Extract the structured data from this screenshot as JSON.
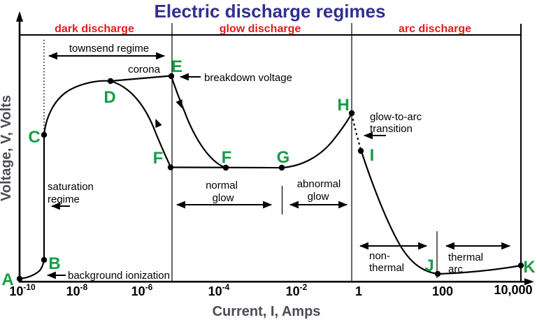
{
  "title": "Electric discharge regimes",
  "colors": {
    "title": "#322e8e",
    "region_label": "#e41b1b",
    "point_label": "#199c46",
    "axis_label": "#4c4c55",
    "line": "#000000",
    "background": "#ffffff"
  },
  "axes": {
    "x_label": "Current, I, Amps",
    "y_label": "Voltage, V, Volts"
  },
  "regions": [
    "dark discharge",
    "glow discharge",
    "arc discharge"
  ],
  "ticks": [
    {
      "b": "10",
      "e": "-10"
    },
    {
      "b": "10",
      "e": "-8"
    },
    {
      "b": "10",
      "e": "-6"
    },
    {
      "b": "10",
      "e": "-4"
    },
    {
      "b": "10",
      "e": "-2"
    },
    {
      "b": "1",
      "e": ""
    },
    {
      "b": "100",
      "e": ""
    },
    {
      "b": "10,000",
      "e": ""
    }
  ],
  "point_labels": [
    "A",
    "B",
    "C",
    "D",
    "E",
    "F",
    "F",
    "G",
    "H",
    "I",
    "J",
    "K"
  ],
  "annotations": {
    "townsend": "townsend regime",
    "corona": "corona",
    "breakdown": "breakdown voltage",
    "saturation_line1": "saturation",
    "saturation_line2": "regime",
    "background_ionization": "background ionization",
    "normal_line1": "normal",
    "normal_line2": "glow",
    "abnormal_line1": "abnormal",
    "abnormal_line2": "glow",
    "glow_to_arc_line1": "glow-to-arc",
    "glow_to_arc_line2": "transition",
    "non_thermal_line1": "non-",
    "non_thermal_line2": "thermal",
    "thermal_arc_line1": "thermal",
    "thermal_arc_line2": "arc"
  },
  "chart_data": {
    "type": "line",
    "title": "Electric discharge regimes",
    "xlabel": "Current, I, Amps",
    "ylabel": "Voltage, V, Volts",
    "x_scale": "log",
    "x_tick_labels": [
      "10^-10",
      "10^-8",
      "10^-6",
      "10^-4",
      "10^-2",
      "1",
      "100",
      "10,000"
    ],
    "x_range_A": [
      1e-10,
      10000
    ],
    "y_axis_note": "voltage axis qualitative - no numeric ticks shown",
    "grid": false,
    "regions": [
      {
        "name": "dark discharge",
        "current_range_A": [
          1e-10,
          3e-06
        ]
      },
      {
        "name": "glow discharge",
        "current_range_A": [
          3e-06,
          0.6
        ]
      },
      {
        "name": "arc discharge",
        "current_range_A": [
          0.6,
          10000
        ]
      }
    ],
    "series": [
      {
        "name": "V-I characteristic",
        "points": [
          {
            "id": "A",
            "current_A": 1e-10,
            "voltage_rel": 0.01,
            "note": "background ionization"
          },
          {
            "id": "B",
            "current_A": 3e-10,
            "voltage_rel": 0.09,
            "note": "start of saturation regime"
          },
          {
            "id": "C",
            "current_A": 3e-10,
            "voltage_rel": 0.59,
            "note": "start of townsend regime"
          },
          {
            "id": "D",
            "current_A": 1e-07,
            "voltage_rel": 0.81,
            "note": "corona onset"
          },
          {
            "id": "E",
            "current_A": 6e-06,
            "voltage_rel": 0.83,
            "note": "breakdown voltage"
          },
          {
            "id": "F",
            "current_A": 6e-06,
            "voltage_rel": 0.46,
            "note": "start of normal glow"
          },
          {
            "id": "F",
            "current_A": 0.00016,
            "voltage_rel": 0.46,
            "note": "normal glow"
          },
          {
            "id": "G",
            "current_A": 0.004,
            "voltage_rel": 0.46,
            "note": "start of abnormal glow"
          },
          {
            "id": "H",
            "current_A": 0.6,
            "voltage_rel": 0.68,
            "note": "start of glow-to-arc transition"
          },
          {
            "id": "I",
            "current_A": 1.1,
            "voltage_rel": 0.53,
            "note": "end of glow-to-arc transition (dashed)"
          },
          {
            "id": "J",
            "current_A": 90,
            "voltage_rel": 0.03,
            "note": "non-thermal / thermal arc boundary"
          },
          {
            "id": "K",
            "current_A": 10000,
            "voltage_rel": 0.07,
            "note": "thermal arc"
          }
        ]
      }
    ],
    "sub_regimes": [
      "background ionization (A-B)",
      "saturation regime (B-C)",
      "townsend regime (C-E)",
      "corona (D-E)",
      "breakdown voltage (E)",
      "normal glow (F-G)",
      "abnormal glow (G-H)",
      "glow-to-arc transition (H-I)",
      "non-thermal (I-J)",
      "thermal arc (J-K)"
    ]
  }
}
